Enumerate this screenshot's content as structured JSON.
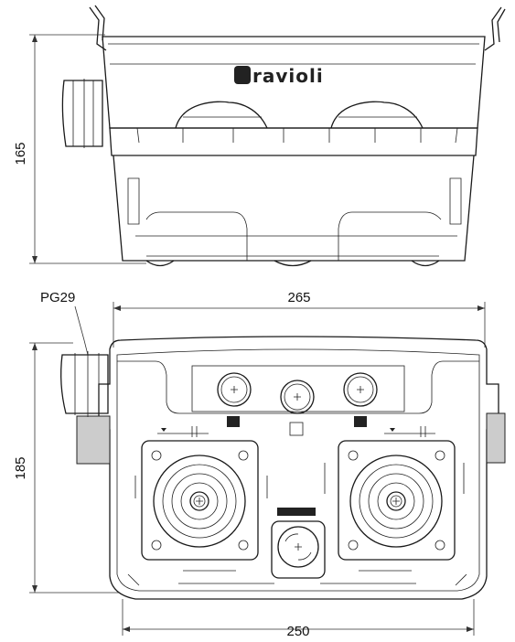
{
  "dimensions": {
    "height_side": "165",
    "width_top": "265",
    "height_front": "185",
    "width_bottom": "250"
  },
  "labels": {
    "gland": "PG29",
    "brand": "ravioli"
  },
  "icons": [
    "lock-icon",
    "cable-gland-icon",
    "push-button-icon",
    "joystick-icon",
    "rotary-selector-icon"
  ]
}
